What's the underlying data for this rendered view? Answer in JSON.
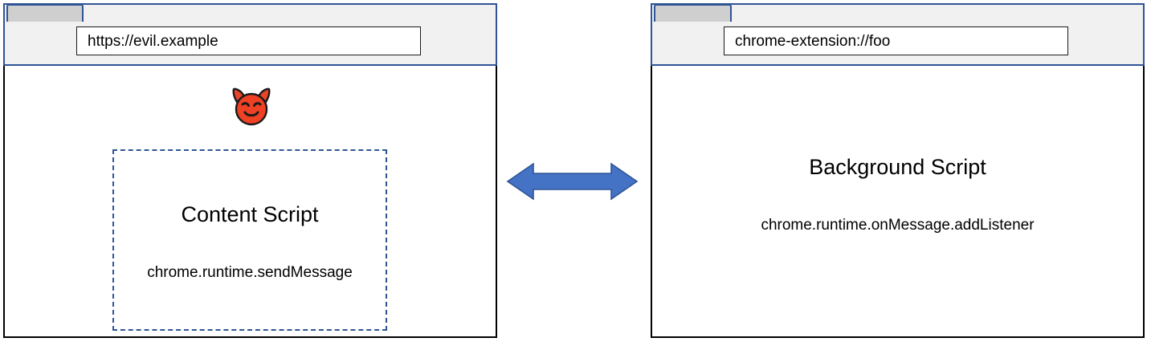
{
  "diagram": {
    "title": "Chrome extension messaging between content script and background script",
    "accent_color": "#2f5496",
    "arrow_color": "#4472c4",
    "tab_color": "#cfcfcf",
    "chrome_bg_color": "#f1f1f1"
  },
  "left_window": {
    "tab_label": "",
    "url": "https://evil.example",
    "emoji_name": "smiling-face-with-horns",
    "emoji_glyph": "😈",
    "block": {
      "title": "Content Script",
      "api": "chrome.runtime.sendMessage"
    }
  },
  "right_window": {
    "tab_label": "",
    "url": "chrome-extension://foo",
    "block": {
      "title": "Background Script",
      "api": "chrome.runtime.onMessage.addListener"
    }
  },
  "connector": {
    "name": "bidirectional-message-arrow",
    "direction": "both"
  }
}
